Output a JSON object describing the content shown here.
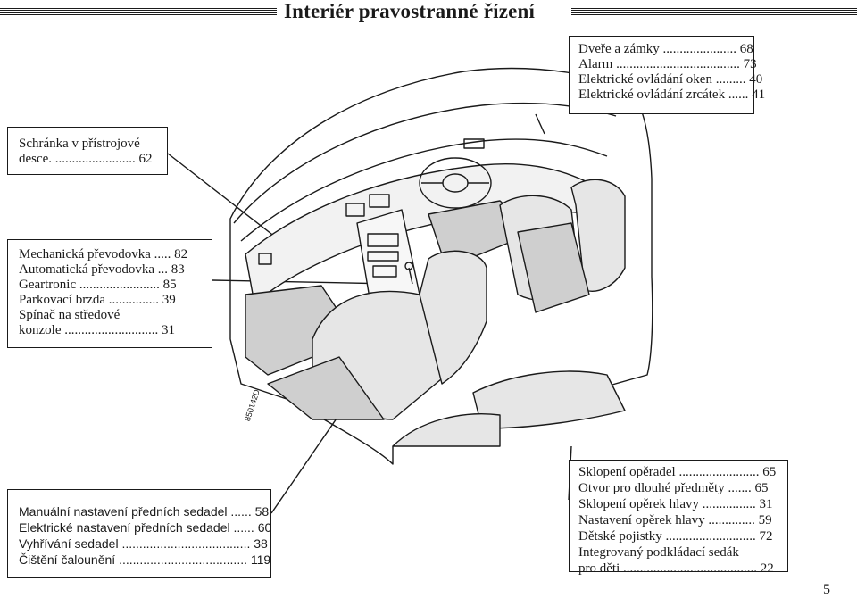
{
  "header": {
    "title": "Interiér   pravostranné řízení"
  },
  "boxes": {
    "top_right": [
      "Dveře a zámky ...................... 68",
      "Alarm ..................................... 73",
      "Elektrické ovládání oken ......... 40",
      "Elektrické ovládání zrcátek ...... 41"
    ],
    "glovebox": [
      "Schránka v přístrojové",
      "desce. ........................ 62"
    ],
    "gearbox": [
      "Mechanická převodovka ..... 82",
      "Automatická převodovka ... 83",
      "Geartronic ........................ 85",
      "Parkovací brzda ............... 39",
      "Spínač na středové",
      "konzole ............................ 31"
    ],
    "seats": [
      "Manuální nastavení předních sedadel ...... 58",
      "Elektrické nastavení předních sedadel ...... 60",
      "Vyhřívání sedadel ..................................... 38",
      "Čištění čalounění ..................................... 119"
    ],
    "rear": [
      "Sklopení opěradel ........................ 65",
      "Otvor pro dlouhé předměty ....... 65",
      "Sklopení opěrek hlavy ................ 31",
      "Nastavení opěrek hlavy .............. 59",
      "Dětské pojistky ........................... 72",
      "Integrovaný podkládací sedák",
      "pro děti ........................................ 22"
    ]
  },
  "figure_code": "850142D",
  "page_number": "5"
}
